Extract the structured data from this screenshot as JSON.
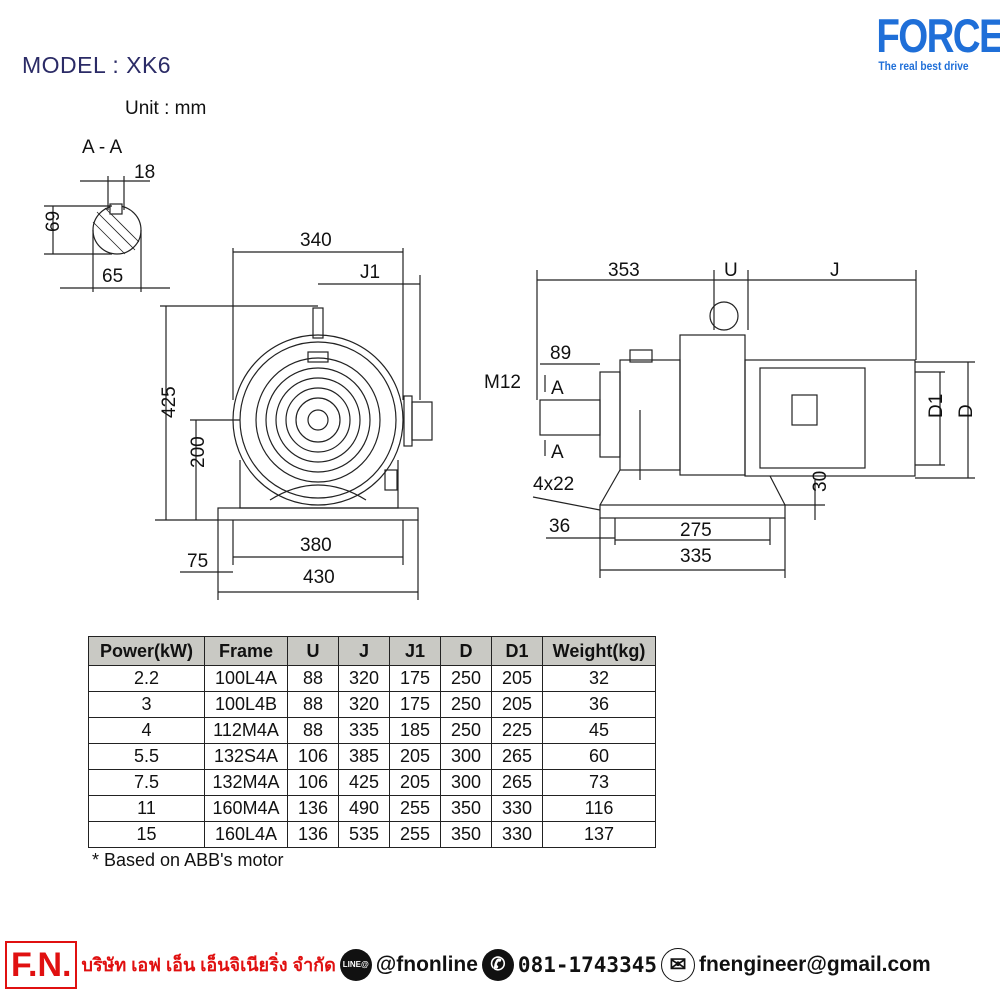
{
  "header": {
    "model": "MODEL : XK6",
    "unit": "Unit : mm"
  },
  "logo": {
    "brand": "FORCE",
    "tagline": "The real best drive"
  },
  "drawing": {
    "section_label": "A - A",
    "key_width": "18",
    "shaft_height": "69",
    "shaft_dia": "65",
    "front_width": "340",
    "front_j1": "J1",
    "front_height": "425",
    "front_center": "200",
    "front_base_inner": "380",
    "front_base_outer": "430",
    "front_offset": "75",
    "side_total": "353",
    "side_u": "U",
    "side_j": "J",
    "side_shaft": "89",
    "thread": "M12",
    "section_mark_top": "A",
    "section_mark_bottom": "A",
    "holes": "4x22",
    "side_edge": "36",
    "side_base_inner": "275",
    "side_base_outer": "335",
    "side_base_h": "30",
    "side_d1": "D1",
    "side_d": "D"
  },
  "table": {
    "headers": [
      "Power(kW)",
      "Frame",
      "U",
      "J",
      "J1",
      "D",
      "D1",
      "Weight(kg)"
    ],
    "rows": [
      [
        "2.2",
        "100L4A",
        "88",
        "320",
        "175",
        "250",
        "205",
        "32"
      ],
      [
        "3",
        "100L4B",
        "88",
        "320",
        "175",
        "250",
        "205",
        "36"
      ],
      [
        "4",
        "112M4A",
        "88",
        "335",
        "185",
        "250",
        "225",
        "45"
      ],
      [
        "5.5",
        "132S4A",
        "106",
        "385",
        "205",
        "300",
        "265",
        "60"
      ],
      [
        "7.5",
        "132M4A",
        "106",
        "425",
        "205",
        "300",
        "265",
        "73"
      ],
      [
        "11",
        "160M4A",
        "136",
        "490",
        "255",
        "350",
        "330",
        "116"
      ],
      [
        "15",
        "160L4A",
        "136",
        "535",
        "255",
        "350",
        "330",
        "137"
      ]
    ],
    "note": "* Based on ABB's motor"
  },
  "footer": {
    "logo": "F.N.",
    "company": "บริษัท เอฟ เอ็น เอ็นจิเนียริ่ง จำกัด",
    "line_badge": "LINE@",
    "line": "@fnonline",
    "phone": "081-1743345",
    "email": "fnengineer@gmail.com"
  }
}
